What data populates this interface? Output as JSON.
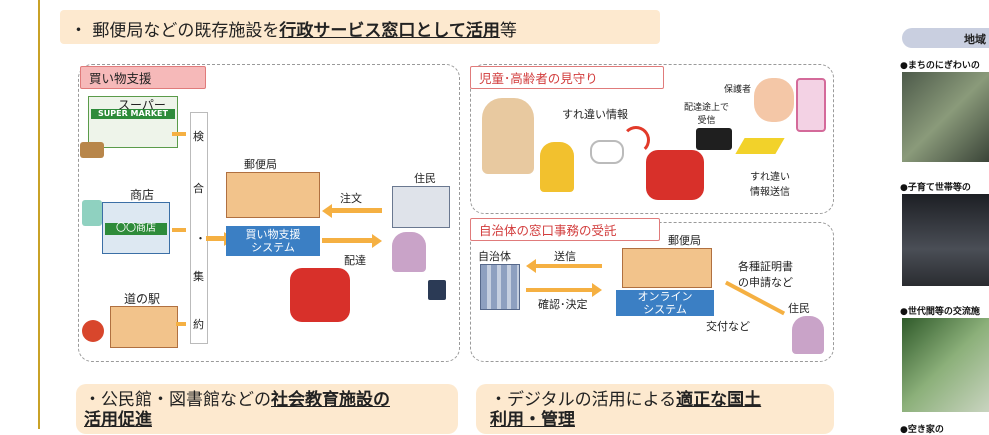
{
  "top_banner": {
    "prefix": "・ 郵便局などの既存施設を",
    "bold": "行政サービス窓口として活用",
    "suffix": "等"
  },
  "shopping": {
    "title": "買い物支援",
    "supermarket": "スーパー",
    "supermarket_sign": "SUPER MARKET",
    "shop": "商店",
    "shop_sign": "〇〇商店",
    "roadside": "道の駅",
    "collect_chars": [
      "検",
      "合",
      "・",
      "集",
      "約"
    ],
    "post_office": "郵便局",
    "system": "買い物支援\nシステム",
    "order": "注文",
    "delivery": "配達",
    "resident": "住民"
  },
  "watch": {
    "title": "児童･高齢者の見守り",
    "passing_info": "すれ違い情報",
    "guardian": "保護者",
    "while_delivering": "配達途上で\n受信",
    "passing_sent": "すれ違い\n情報送信"
  },
  "admin": {
    "title": "自治体の窓口事務の受託",
    "municipality": "自治体",
    "send": "送信",
    "confirm": "確認･決定",
    "post_office": "郵便局",
    "online_system": "オンライン\nシステム",
    "certificates": "各種証明書\nの申請など",
    "resident": "住民",
    "delivery": "交付など"
  },
  "bottom": {
    "left_prefix": "・公民館・図書館などの",
    "left_bold": "社会教育施設の\n活用促進",
    "right_prefix": "・デジタルの活用による",
    "right_bold": "適正な国土\n利用・管理"
  },
  "right_column": {
    "header": "地域",
    "item1": "●まちのにぎわいの",
    "item2": "●子育て世帯等の",
    "item3": "●世代間等の交流施",
    "item4": "●空き家の",
    "header_color": "#c9cfe0"
  }
}
